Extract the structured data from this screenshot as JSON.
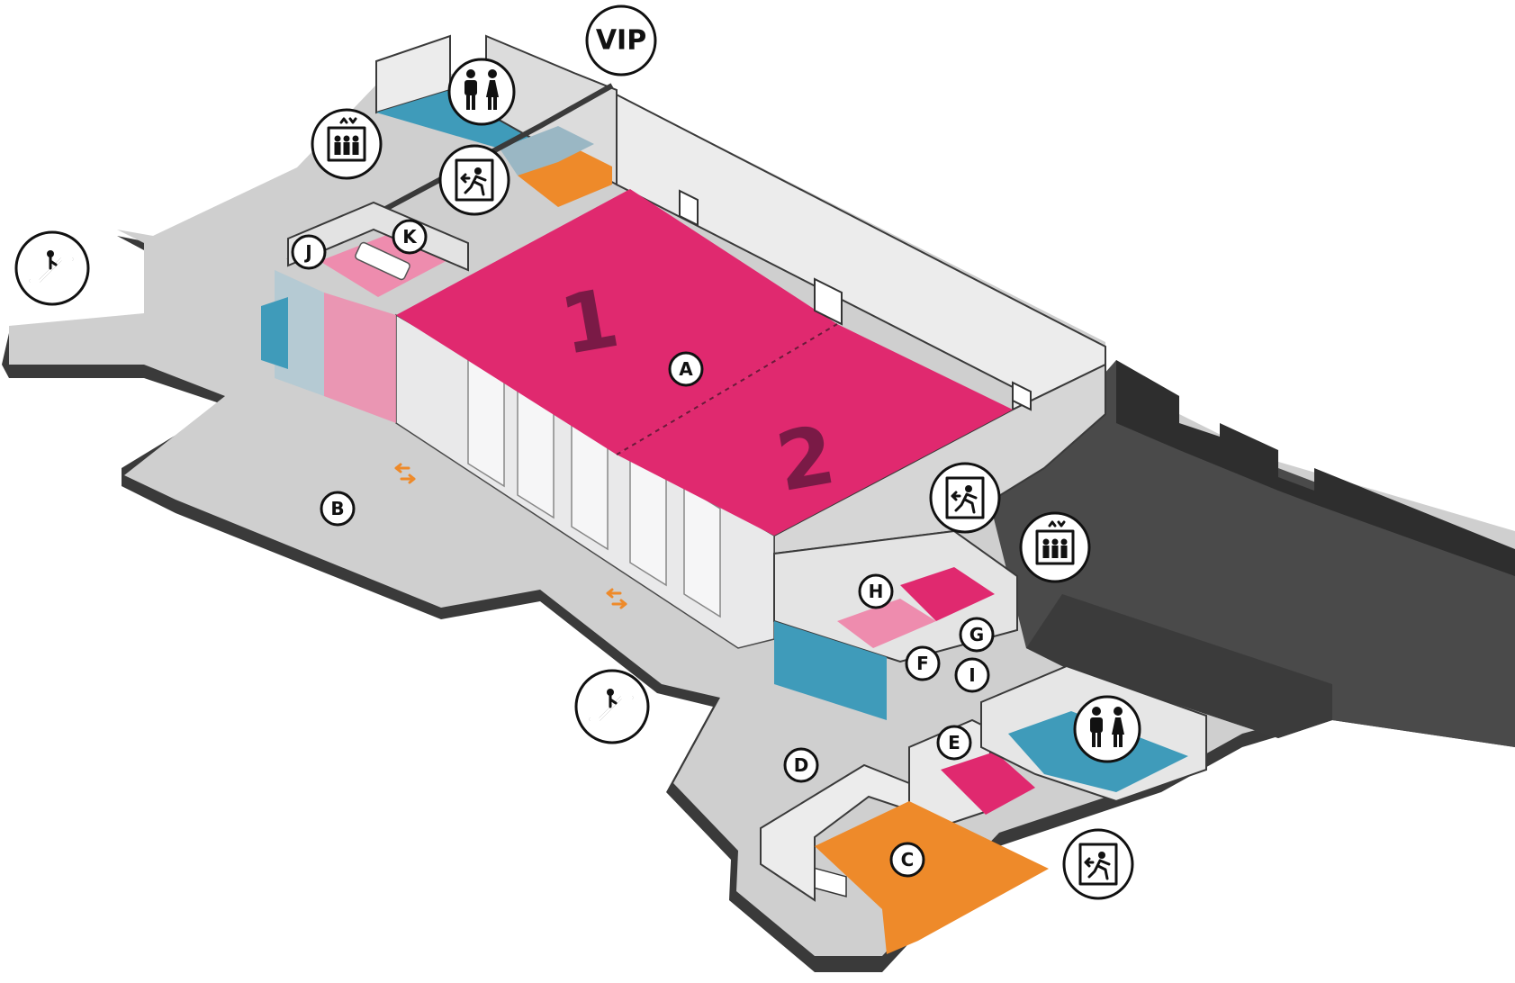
{
  "colors": {
    "floor": "#cfcfcf",
    "floor_edge": "#3a3a3a",
    "wall": "#ececec",
    "wall_shade": "#bdbdbd",
    "main_hall": "#e0296f",
    "main_hall_light": "#ee8cae",
    "orange": "#ee8a2a",
    "blue": "#3f9bba",
    "dark_block": "#3b3b3b",
    "dark_block_top": "#2b2b2b"
  },
  "rooms": {
    "room_1": "1",
    "room_2": "2"
  },
  "labels": {
    "A": "A",
    "B": "B",
    "C": "C",
    "D": "D",
    "E": "E",
    "F": "F",
    "G": "G",
    "H": "H",
    "I": "I",
    "J": "J",
    "K": "K"
  },
  "badges": {
    "vip": "VIP"
  },
  "icons": {
    "restroom": "restroom-icon",
    "elevator": "elevator-icon",
    "emergency_exit": "emergency-exit-icon",
    "escalator": "escalator-icon",
    "direction_arrows": "direction-arrows-icon"
  }
}
